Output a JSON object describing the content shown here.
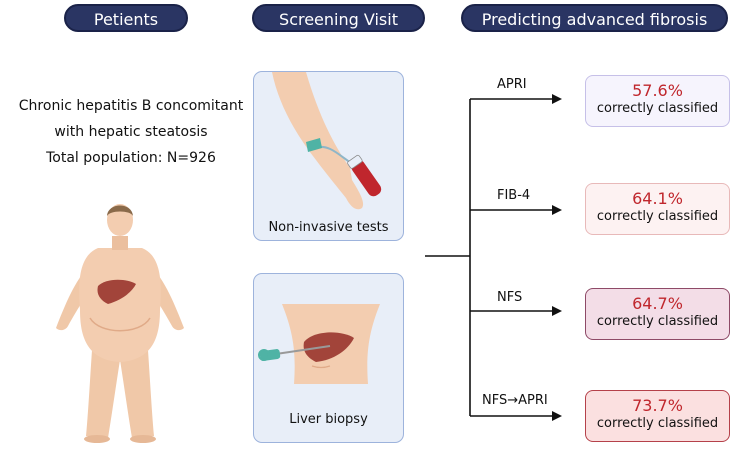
{
  "headers": {
    "patients": "Petients",
    "screening": "Screening Visit",
    "predicting": "Predicting advanced fibrosis"
  },
  "population": {
    "line1": "Chronic hepatitis B  concomitant",
    "line2": "with hepatic steatosis",
    "line3": "Total population: N=926"
  },
  "panels": {
    "noninvasive": "Non-invasive tests",
    "biopsy": "Liver biopsy"
  },
  "results": [
    {
      "label": "APRI",
      "percent": "57.6%",
      "text": "correctly classified",
      "bg": "#f6f4fd",
      "border": "#c6c0e8"
    },
    {
      "label": "FIB-4",
      "percent": "64.1%",
      "text": "correctly classified",
      "bg": "#fdf2f2",
      "border": "#e8b9b9"
    },
    {
      "label": "NFS",
      "percent": "64.7%",
      "text": "correctly classified",
      "bg": "#f3dde7",
      "border": "#8e4a67"
    },
    {
      "label": "NFS→APRI",
      "percent": "73.7%",
      "text": "correctly classified",
      "bg": "#fbe0e0",
      "border": "#b5414a"
    }
  ],
  "colors": {
    "header_bg": "#2a3563",
    "accent_red": "#c0272d",
    "panel_bg": "#e8eef8",
    "panel_border": "#9db3dc"
  }
}
